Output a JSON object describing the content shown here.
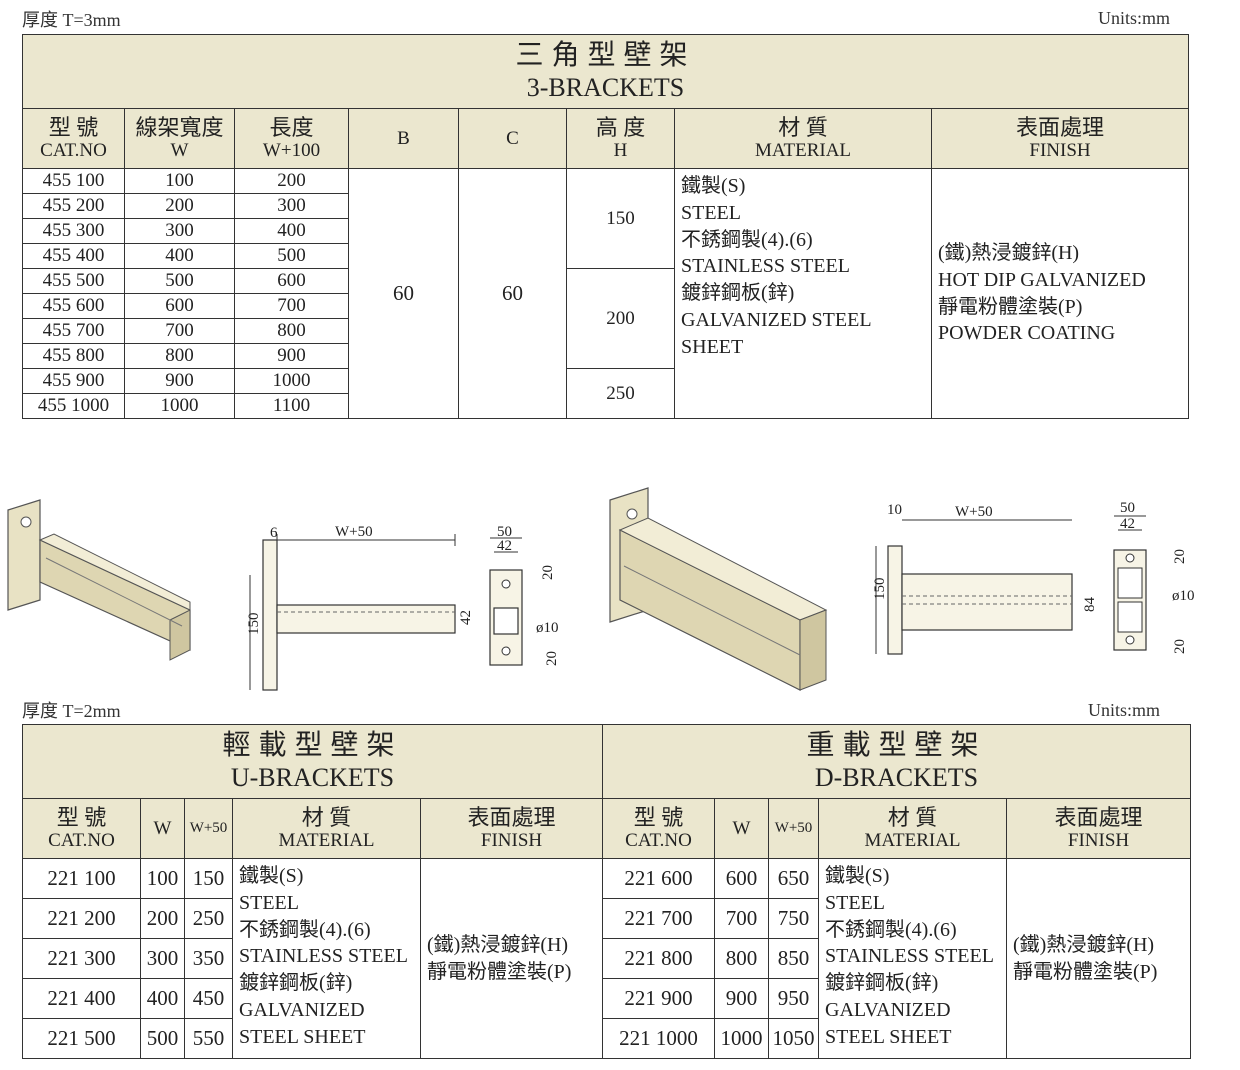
{
  "top": {
    "thickness": "厚度 T=3mm",
    "units": "Units:mm",
    "title_zh": "三角型壁架",
    "title_en": "3-BRACKETS",
    "headers": {
      "cat_zh": "型 號",
      "cat_en": "CAT.NO",
      "w_zh": "線架寬度",
      "w_en": "W",
      "len_zh": "長度",
      "len_en": "W+100",
      "b": "B",
      "c": "C",
      "h_zh": "高 度",
      "h_en": "H",
      "mat_zh": "材 質",
      "mat_en": "MATERIAL",
      "fin_zh": "表面處理",
      "fin_en": "FINISH"
    },
    "rows": [
      {
        "cat": "455 100",
        "w": "100",
        "len": "200"
      },
      {
        "cat": "455 200",
        "w": "200",
        "len": "300"
      },
      {
        "cat": "455 300",
        "w": "300",
        "len": "400"
      },
      {
        "cat": "455 400",
        "w": "400",
        "len": "500"
      },
      {
        "cat": "455 500",
        "w": "500",
        "len": "600"
      },
      {
        "cat": "455 600",
        "w": "600",
        "len": "700"
      },
      {
        "cat": "455 700",
        "w": "700",
        "len": "800"
      },
      {
        "cat": "455 800",
        "w": "800",
        "len": "900"
      },
      {
        "cat": "455 900",
        "w": "900",
        "len": "1000"
      },
      {
        "cat": "455 1000",
        "w": "1000",
        "len": "1100"
      }
    ],
    "b_value": "60",
    "c_value": "60",
    "heights": [
      "150",
      "200",
      "250"
    ],
    "material": [
      "鐵製(S)",
      "STEEL",
      "不銹鋼製(4).(6)",
      "STAINLESS STEEL",
      "鍍鋅鋼板(鋅)",
      "GALVANIZED STEEL",
      "SHEET"
    ],
    "finish": [
      "(鐵)熱浸鍍鋅(H)",
      "HOT DIP GALVANIZED",
      "靜電粉體塗裝(P)",
      "POWDER COATING"
    ]
  },
  "drawings": {
    "u": {
      "width": "W+50",
      "thick": "6",
      "height": "150",
      "d50": "50",
      "d42": "42",
      "d20a": "20",
      "d20b": "20",
      "side42": "42",
      "hole": "ø10"
    },
    "d": {
      "width": "W+50",
      "thick": "10",
      "height": "150",
      "d50": "50",
      "d42": "42",
      "d20a": "20",
      "d20b": "20",
      "side84": "84",
      "hole": "ø10"
    }
  },
  "bottom": {
    "thickness": "厚度 T=2mm",
    "units": "Units:mm",
    "u_title_zh": "輕載型壁架",
    "u_title_en": "U-BRACKETS",
    "d_title_zh": "重載型壁架",
    "d_title_en": "D-BRACKETS",
    "headers": {
      "cat_zh": "型 號",
      "cat_en": "CAT.NO",
      "w": "W",
      "w50": "W+50",
      "mat_zh": "材 質",
      "mat_en": "MATERIAL",
      "fin_zh": "表面處理",
      "fin_en": "FINISH"
    },
    "u_rows": [
      {
        "cat": "221 100",
        "w": "100",
        "w50": "150"
      },
      {
        "cat": "221 200",
        "w": "200",
        "w50": "250"
      },
      {
        "cat": "221 300",
        "w": "300",
        "w50": "350"
      },
      {
        "cat": "221 400",
        "w": "400",
        "w50": "450"
      },
      {
        "cat": "221 500",
        "w": "500",
        "w50": "550"
      }
    ],
    "d_rows": [
      {
        "cat": "221 600",
        "w": "600",
        "w50": "650"
      },
      {
        "cat": "221 700",
        "w": "700",
        "w50": "750"
      },
      {
        "cat": "221 800",
        "w": "800",
        "w50": "850"
      },
      {
        "cat": "221 900",
        "w": "900",
        "w50": "950"
      },
      {
        "cat": "221 1000",
        "w": "1000",
        "w50": "1050"
      }
    ],
    "material": [
      "鐵製(S)",
      "STEEL",
      "不銹鋼製(4).(6)",
      "STAINLESS STEEL",
      "鍍鋅鋼板(鋅)",
      "GALVANIZED",
      "STEEL SHEET"
    ],
    "finish": [
      "(鐵)熱浸鍍鋅(H)",
      "靜電粉體塗裝(P)"
    ]
  }
}
